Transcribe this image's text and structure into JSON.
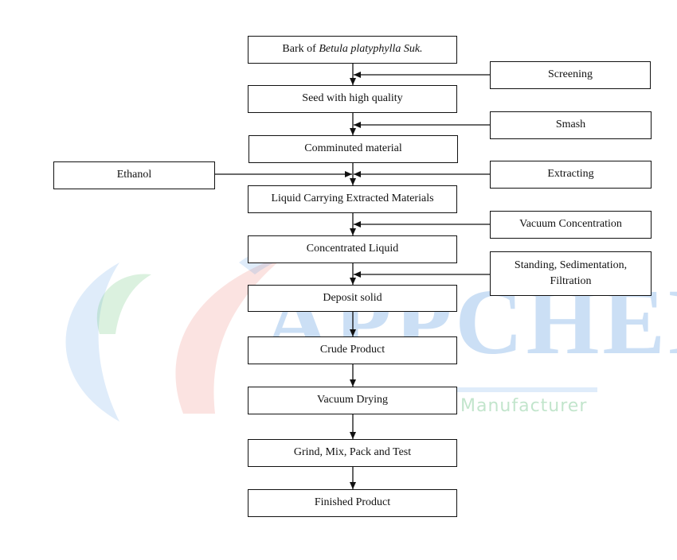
{
  "watermark": {
    "brand": "APPCHEM",
    "tagline": "Manufacturer"
  },
  "process_steps": [
    {
      "prefix": "Bark of ",
      "italic": "Betula platyphylla Suk.",
      "label": ""
    },
    {
      "label": "Seed with high quality"
    },
    {
      "label": "Comminuted material"
    },
    {
      "label": "Liquid Carrying Extracted Materials"
    },
    {
      "label": "Concentrated Liquid"
    },
    {
      "label": "Deposit solid"
    },
    {
      "label": "Crude Product"
    },
    {
      "label": "Vacuum Drying"
    },
    {
      "label": "Grind, Mix, Pack and Test"
    },
    {
      "label": "Finished Product"
    }
  ],
  "operations": [
    {
      "label": "Screening"
    },
    {
      "label": "Smash"
    },
    {
      "label": "Extracting"
    },
    {
      "label": "Vacuum Concentration"
    },
    {
      "line1": "Standing, Sedimentation,",
      "line2": "Filtration"
    }
  ],
  "inputs": [
    {
      "label": "Ethanol"
    }
  ]
}
